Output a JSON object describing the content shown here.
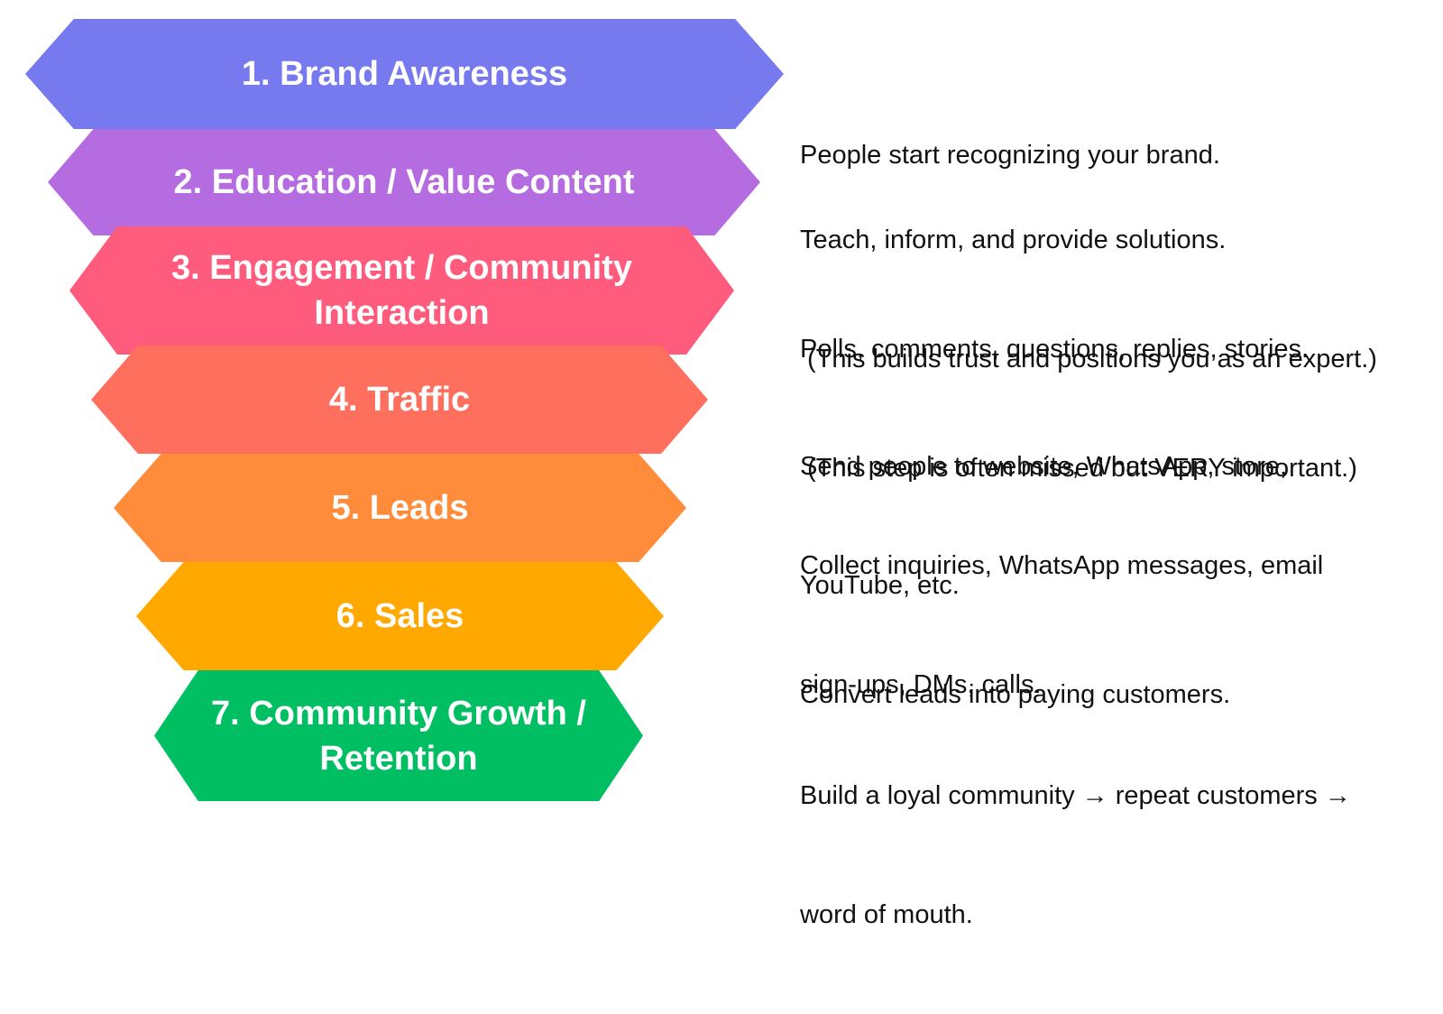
{
  "stages": [
    {
      "label": "1. Brand Awareness",
      "color": "#7779EE",
      "description": [
        "People start recognizing your brand."
      ]
    },
    {
      "label": "2. Education / Value Content",
      "color": "#B46CE0",
      "description": [
        "Teach, inform, and provide solutions.",
        " (This builds trust and positions you as an expert.)"
      ]
    },
    {
      "label": "3. Engagement / Community\nInteraction",
      "color": "#FE5B7D",
      "description": [
        "Polls, comments, questions, replies, stories.",
        " (This step is often missed but VERY important.)"
      ]
    },
    {
      "label": "4. Traffic",
      "color": "#FE705D",
      "description": [
        "Send people to website, WhatsApp, store,",
        "YouTube, etc."
      ]
    },
    {
      "label": "5. Leads",
      "color": "#FE8C3A",
      "description": [
        "Collect inquiries, WhatsApp messages, email",
        "sign-ups, DMs, calls."
      ]
    },
    {
      "label": "6. Sales",
      "color": "#FEA800",
      "description": [
        "Convert leads into paying customers."
      ]
    },
    {
      "label": "7. Community Growth /\nRetention",
      "color": "#00BE62",
      "description": [
        "Build a loyal community → repeat customers →",
        "word of mouth."
      ]
    }
  ]
}
